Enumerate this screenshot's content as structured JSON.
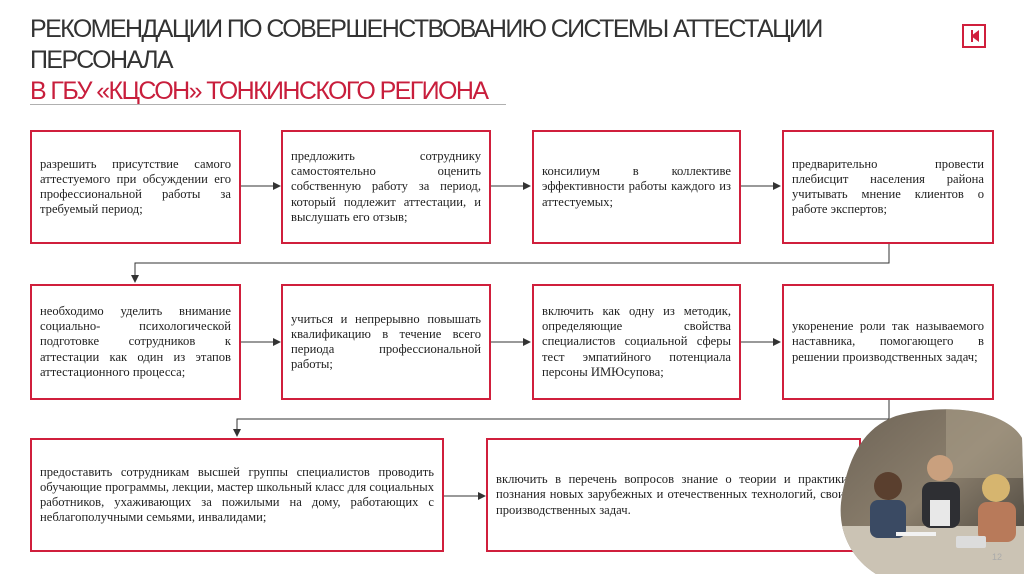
{
  "title": {
    "main": "РЕКОМЕНДАЦИИ ПО СОВЕРШЕНСТВОВАНИЮ СИСТЕМЫ АТТЕСТАЦИИ ПЕРСОНАЛА",
    "sub": "В ГБУ «КЦСОН» ТОНКИНСКОГО РЕГИОНА"
  },
  "recommendations": [
    "разрешить присутствие самого аттестуемого при обсуждении его профессиональной работы за требуемый период;",
    "предложить сотруднику самостоятельно оценить собственную работу за период, который подлежит аттестации, и выслушать его отзыв;",
    "консилиум в коллективе эффективности работы каждого из аттестуемых;",
    "предварительно провести плебисцит населения района учитывать мнение клиентов о работе экспертов;",
    "необходимо уделить внимание социально- психологической подготовке сотрудников к аттестации как один из этапов аттестационного процесса;",
    "учиться и непрерывно повышать квалификацию в течение всего периода профессиональной работы;",
    "включить как одну из методик, определяющие свойства специалистов социальной сферы тест эмпатийного потенциала персоны ИМЮсупова;",
    "укоренение роли так называемого наставника, помогающего в решении производственных задач;",
    "предоставить сотрудникам высшей группы специалистов проводить обучающие программы, лекции, мастер школьный класс для социальных работников, ухаживающих за пожилыми на дому, работающих с неблагополучными семьями, инвалидами;",
    "включить в перечень вопросов знание о теории и практики, познания новых зарубежных и отечественных технологий, своих производственных задач."
  ],
  "page_number": "12",
  "colors": {
    "accent": "#d01f3c",
    "title_text": "#333333"
  }
}
